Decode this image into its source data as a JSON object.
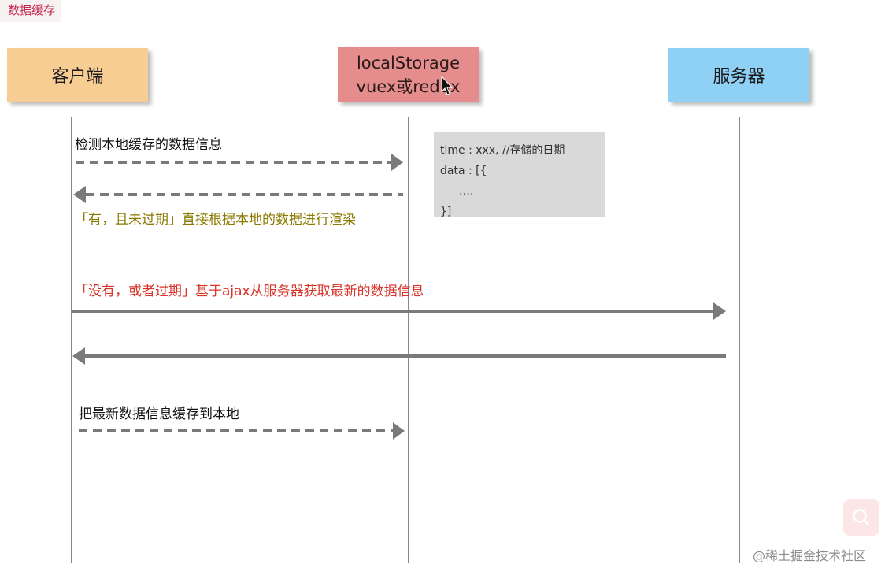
{
  "header": {
    "tag": "数据缓存"
  },
  "actors": {
    "client": "客户端",
    "storage_line1": "localStorage",
    "storage_line2": "vuex或redux",
    "server": "服务器"
  },
  "messages": {
    "check_cache": "检测本地缓存的数据信息",
    "render_local": "「有，且未过期」直接根据本地的数据进行渲染",
    "fetch_ajax": "「没有，或者过期」基于ajax从服务器获取最新的数据信息",
    "save_local": "把最新数据信息缓存到本地"
  },
  "note": {
    "line1": "time : xxx,  //存储的日期",
    "line2": "data : [{",
    "line3": "….",
    "line4": "}]"
  },
  "watermark": "@稀土掘金技术社区",
  "colors": {
    "client": "#f8cd94",
    "storage": "#e58c8c",
    "server": "#8fd0f5",
    "olive_text": "#8a7a00",
    "red_text": "#d8352a",
    "arrow": "#7a7a7a"
  },
  "icons": {
    "cursor": "mouse-cursor-icon",
    "search": "search-icon"
  }
}
